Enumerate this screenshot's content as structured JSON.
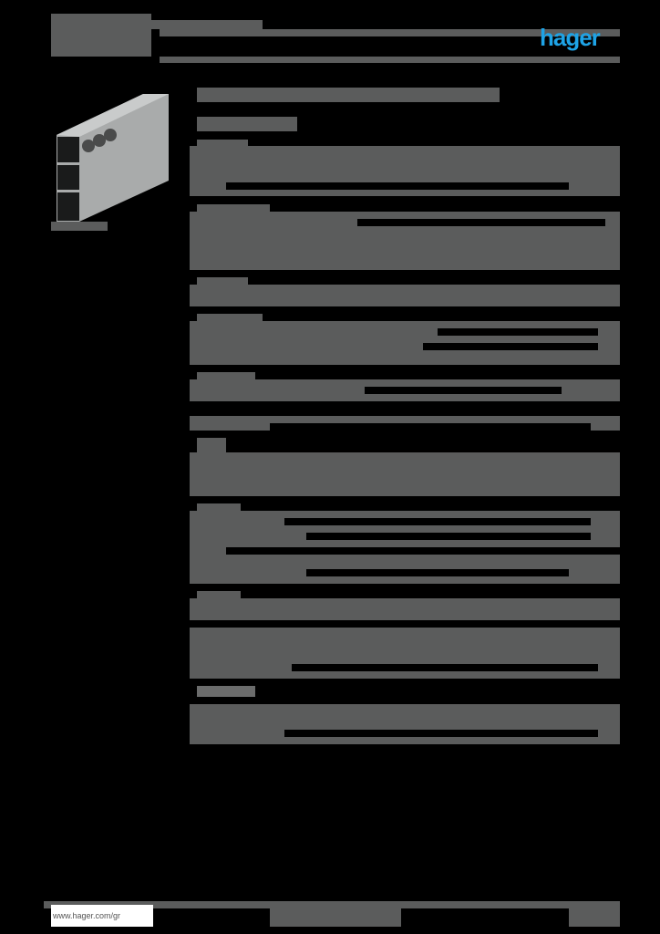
{
  "header": {
    "title": "",
    "subtitle": "",
    "brand": "hager",
    "brand_color": "#1ea3e6"
  },
  "product": {
    "image_alt": "cable trunking profile",
    "caption": ""
  },
  "main": {
    "heading": "",
    "subheading": "",
    "sections": [
      {
        "label": "",
        "rows": []
      },
      {
        "label": "",
        "rows": []
      },
      {
        "label": "",
        "rows": []
      },
      {
        "label": "",
        "rows": []
      },
      {
        "label": "",
        "rows": []
      },
      {
        "label": "",
        "rows": []
      },
      {
        "label": "",
        "rows": []
      },
      {
        "label": "",
        "rows": []
      }
    ]
  },
  "footer": {
    "url": "www.hager.com/gr",
    "center_text": "",
    "page_ref": ""
  },
  "colors": {
    "redaction": "#5b5c5c",
    "background": "#000000"
  }
}
